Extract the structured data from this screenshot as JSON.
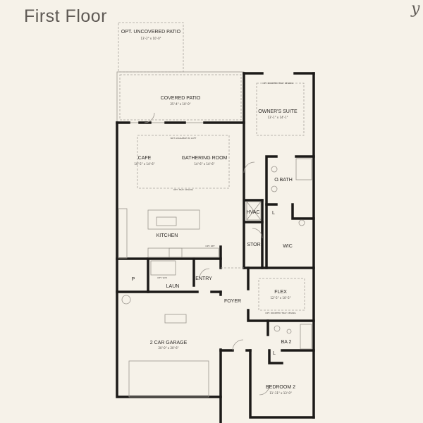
{
  "title": "First Floor",
  "logo_fragment": "y",
  "rooms": {
    "opt_patio": {
      "name": "OPT. UNCOVERED PATIO",
      "dim": "13'-2\" x 10'-0\""
    },
    "covered_patio": {
      "name": "COVERED PATIO",
      "dim": "25'-4\" x 10'-0\""
    },
    "owners_suite": {
      "name": "OWNER'S SUITE",
      "dim": "13'-1\" x 14'-1\""
    },
    "cafe": {
      "name": "CAFE",
      "dim": "10'-5\" x 14'-6\""
    },
    "gathering": {
      "name": "GATHERING ROOM",
      "dim": "14'-6\" x 14'-6\""
    },
    "obath": {
      "name": "O.BATH"
    },
    "hvac": {
      "name": "HVAC"
    },
    "linen1": {
      "name": "L"
    },
    "kitchen": {
      "name": "KITCHEN"
    },
    "stor": {
      "name": "STOR."
    },
    "wic": {
      "name": "WIC"
    },
    "pantry": {
      "name": "P"
    },
    "laun": {
      "name": "LAUN"
    },
    "entry": {
      "name": "ENTRY"
    },
    "foyer": {
      "name": "FOYER"
    },
    "flex": {
      "name": "FLEX",
      "dim": "12'-5\" x 10'-5\""
    },
    "garage": {
      "name": "2 CAR GARAGE",
      "dim": "20'-0\" x 20'-6\""
    },
    "ba2": {
      "name": "BA 2"
    },
    "linen2": {
      "name": "L"
    },
    "bedroom2": {
      "name": "BEDROOM 2",
      "dim": "11'-11\" x 13'-0\""
    }
  },
  "notes": {
    "owners_tray": "OPT. DROPPED TRAY CEILING",
    "not_loft": "NOT AVAILABLE W/ LOFT",
    "gathering_tray": "OPT. TRAY CEILING",
    "opt_ref": "OPT. REF",
    "opt_wd": "OPT. W/D",
    "flex_tray": "OPT. DROPPED TRAY CEILING"
  }
}
